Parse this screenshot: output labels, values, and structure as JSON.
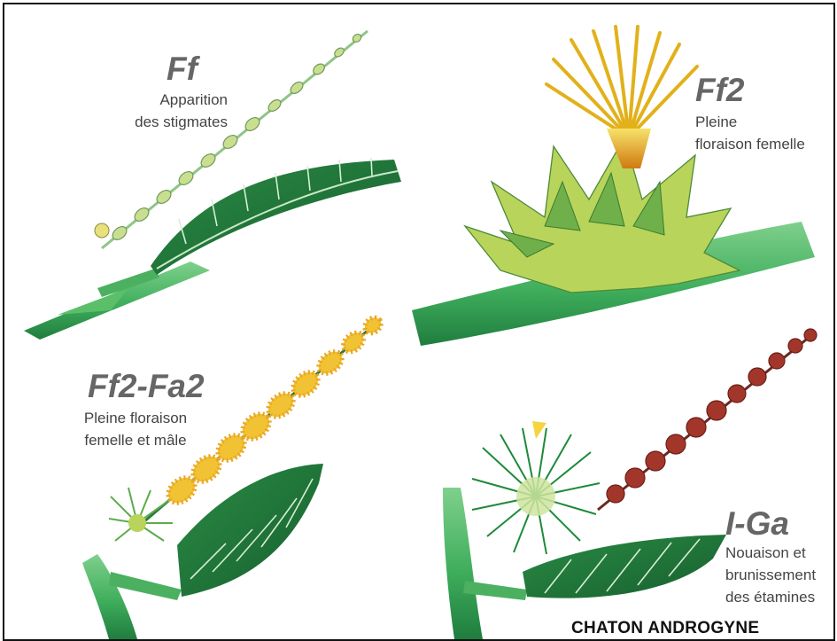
{
  "stages": [
    {
      "code": "Ff",
      "desc": [
        "Apparition",
        "des stigmates"
      ]
    },
    {
      "code": "Ff2",
      "desc": [
        "Pleine",
        "floraison femelle"
      ]
    },
    {
      "code": "Ff2-Fa2",
      "desc": [
        "Pleine floraison",
        "femelle et mâle"
      ]
    },
    {
      "code": "I-Ga",
      "desc": [
        "Nouaison et",
        "brunissement",
        "des étamines"
      ]
    }
  ],
  "caption": "CHATON ANDROGYNE",
  "colors": {
    "leaf_dark": "#1f7a3a",
    "leaf_mid": "#3a9a4a",
    "stem": "#3fae5c",
    "bud_pale": "#c9df8f",
    "involucre": "#b8d45a",
    "stigma_yellow": "#f4d440",
    "stigma_orange": "#d98a1a",
    "catkin_yellow": "#f1c233",
    "catkin_brown": "#a3362a",
    "burr_green": "#1e8a3a"
  }
}
